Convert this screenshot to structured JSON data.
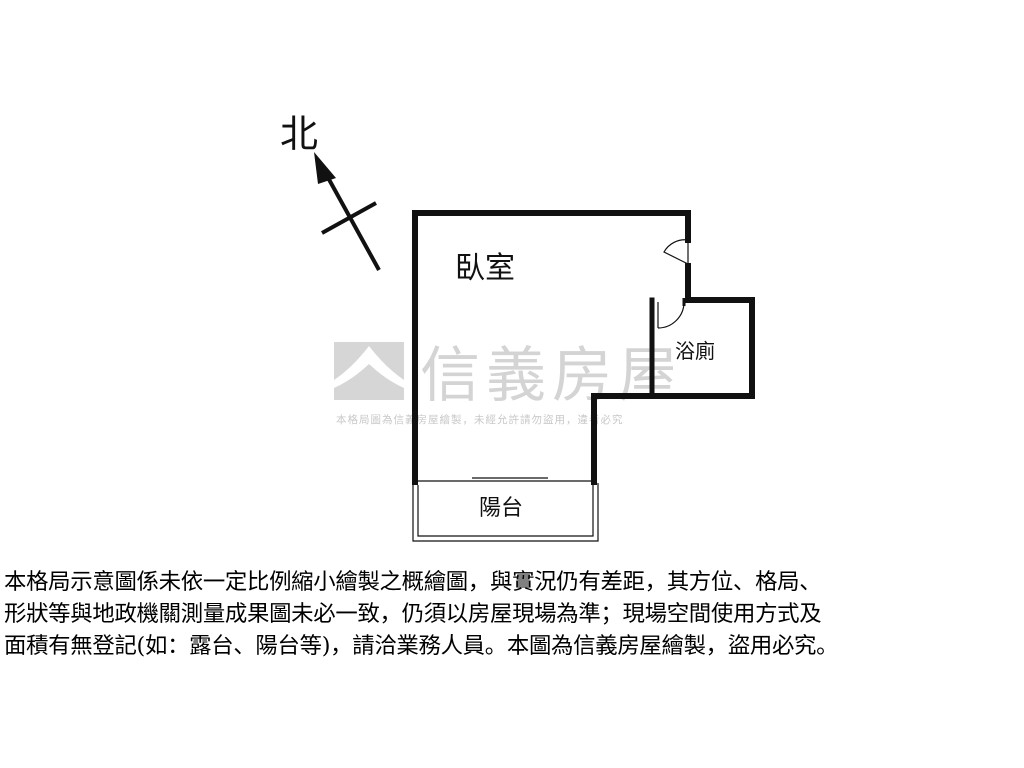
{
  "compass": {
    "label": "北"
  },
  "rooms": {
    "bedroom": "臥室",
    "bathroom": "浴廁",
    "balcony": "陽台"
  },
  "watermark": {
    "brand": "信義房屋",
    "notice": "本格局圖為信義房屋繪製，未經允許請勿盜用，違者必究",
    "color": "#d4d4d4"
  },
  "disclaimer": {
    "lines": [
      "本格局示意圖係未依一定比例縮小繪製之概繪圖，與實況仍有差距，其方位、格局、",
      "形狀等與地政機關測量成果圖未必一致，仍須以房屋現場為準；現場空間使用方式及",
      "面積有無登記(如：露台、陽台等)，請洽業務人員。本圖為信義房屋繪製，盜用必究。"
    ]
  },
  "colors": {
    "wall": "#111111",
    "background": "#ffffff"
  }
}
